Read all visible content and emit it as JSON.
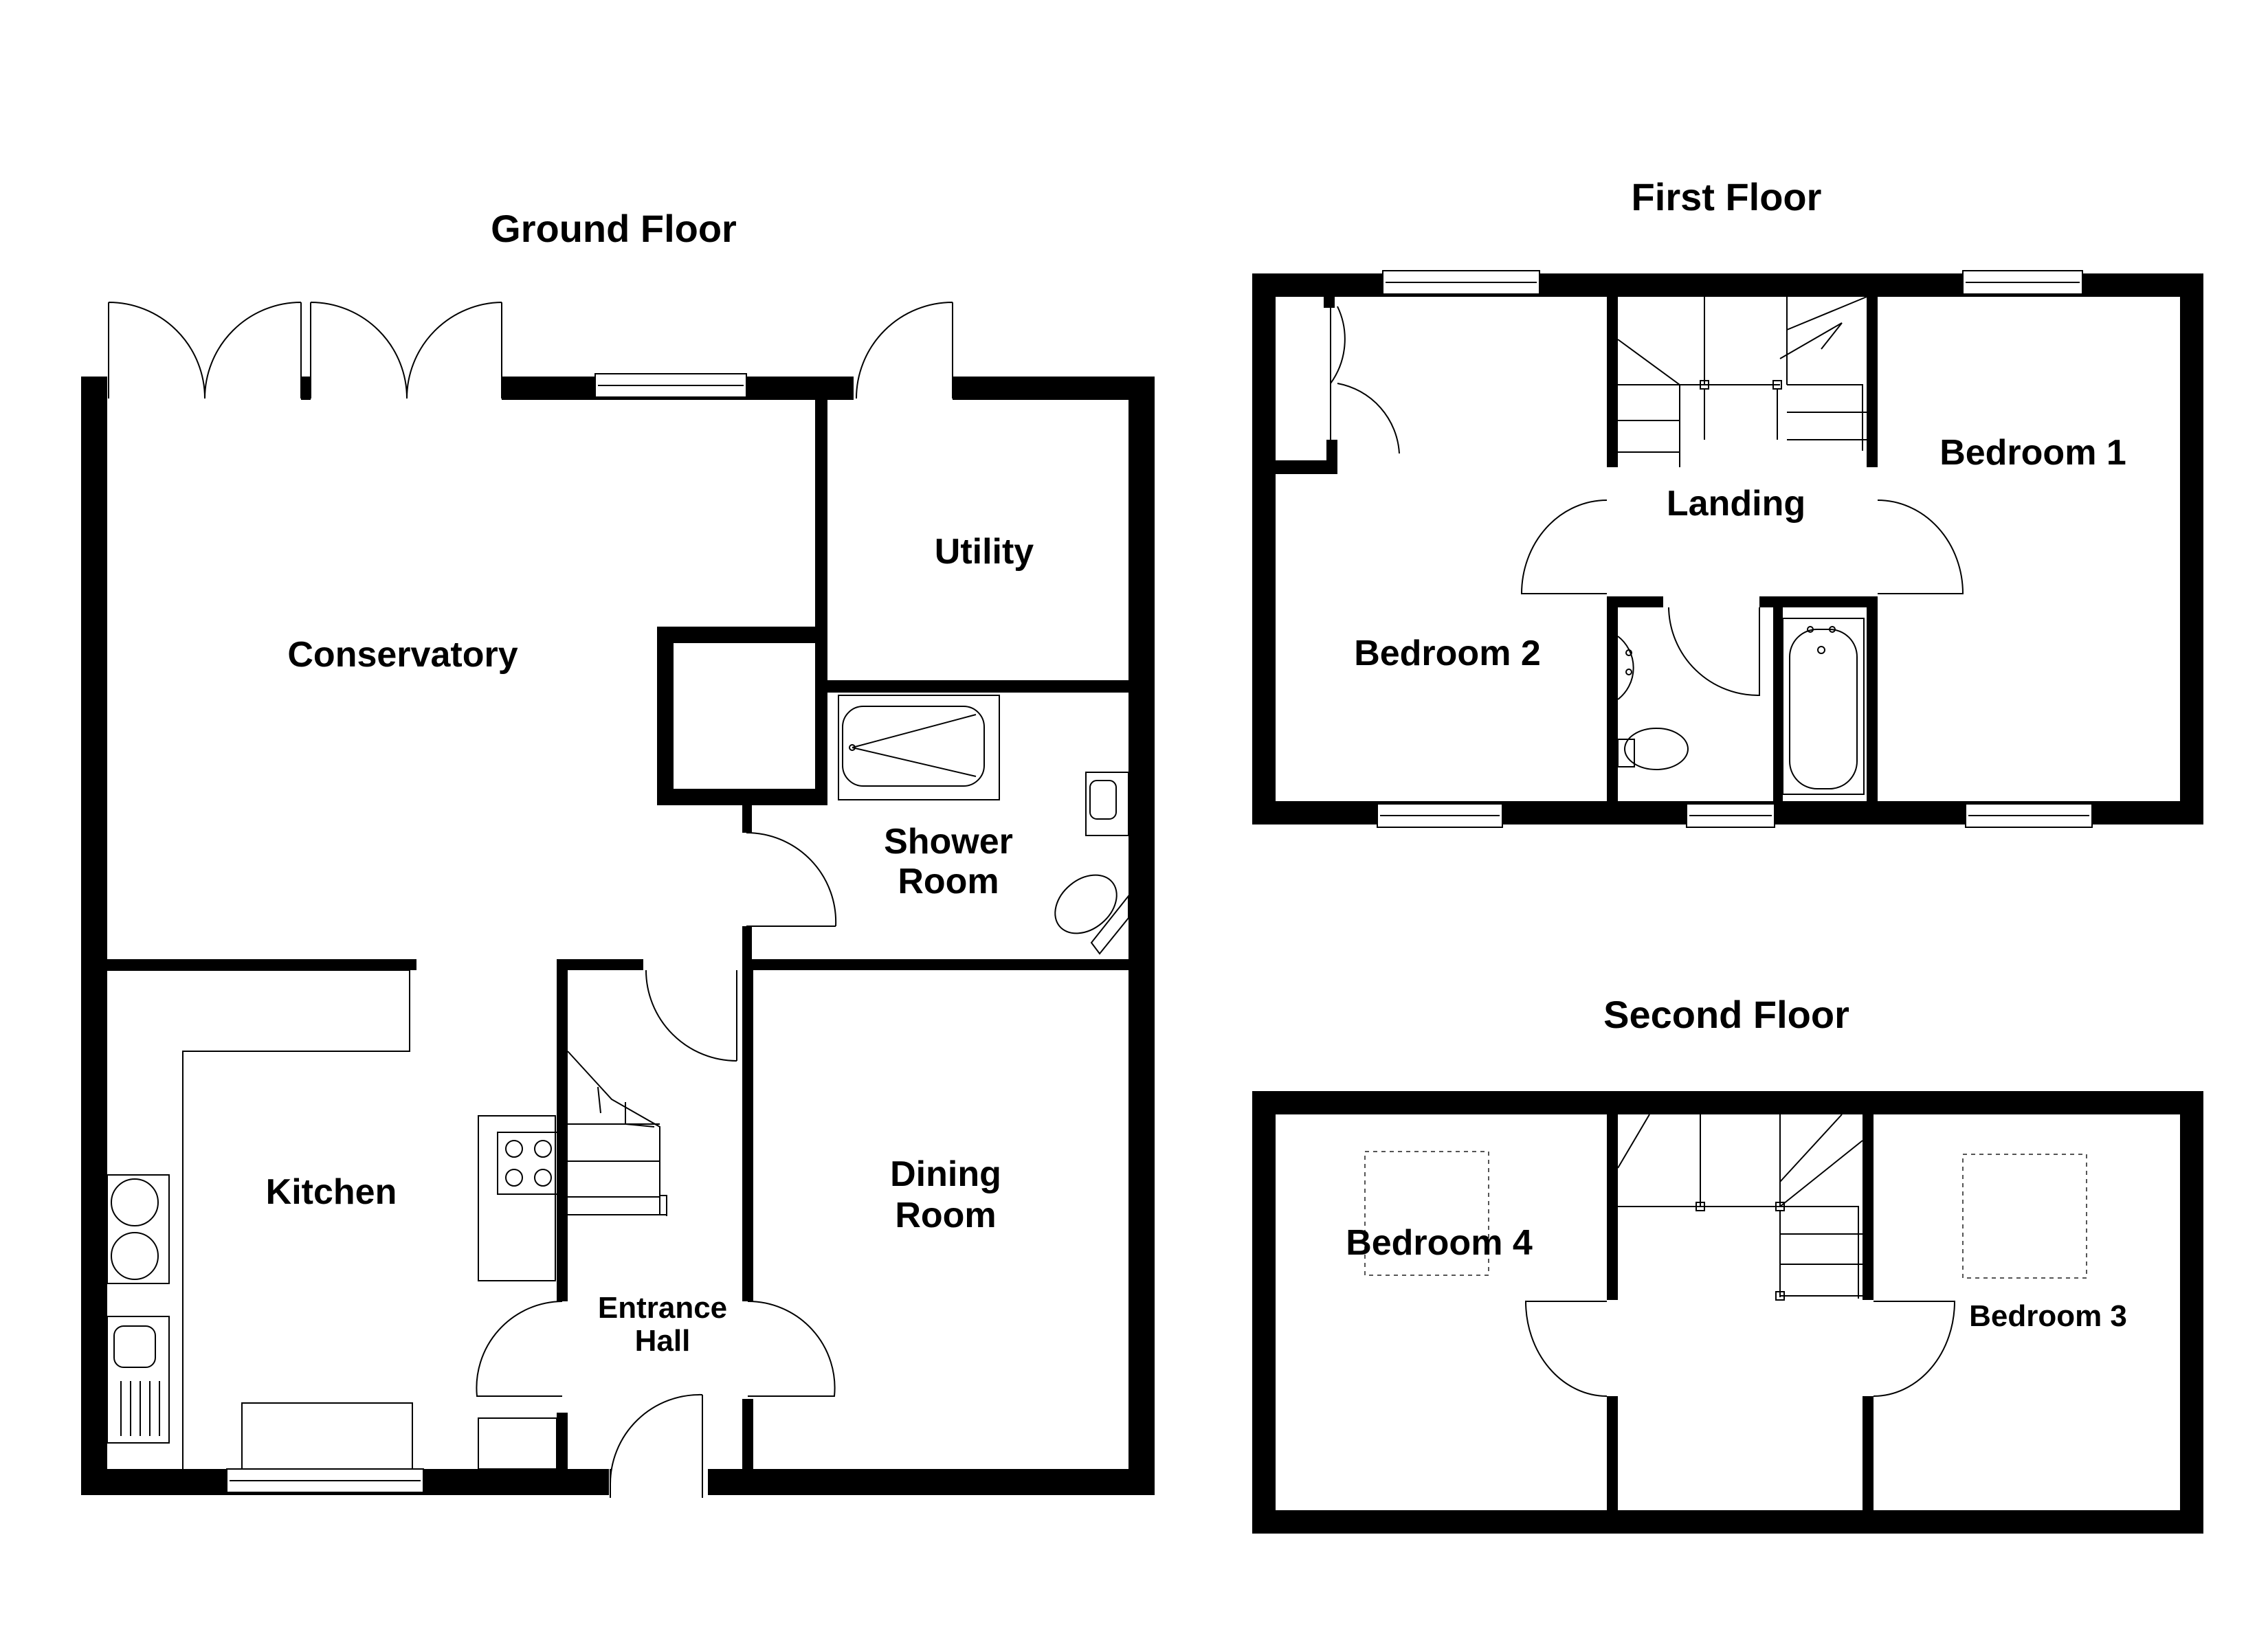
{
  "floors": {
    "ground": {
      "title": "Ground Floor",
      "rooms": {
        "conservatory": "Conservatory",
        "utility": "Utility",
        "shower_room_line1": "Shower",
        "shower_room_line2": "Room",
        "kitchen": "Kitchen",
        "dining_line1": "Dining",
        "dining_line2": "Room",
        "hall_line1": "Entrance",
        "hall_line2": "Hall"
      }
    },
    "first": {
      "title": "First Floor",
      "rooms": {
        "bedroom1": "Bedroom 1",
        "bedroom2": "Bedroom 2",
        "landing": "Landing"
      }
    },
    "second": {
      "title": "Second Floor",
      "rooms": {
        "bedroom3": "Bedroom 3",
        "bedroom4": "Bedroom 4"
      }
    }
  },
  "colors": {
    "wall": "#000000",
    "fixture": "#555555",
    "background": "#ffffff"
  }
}
